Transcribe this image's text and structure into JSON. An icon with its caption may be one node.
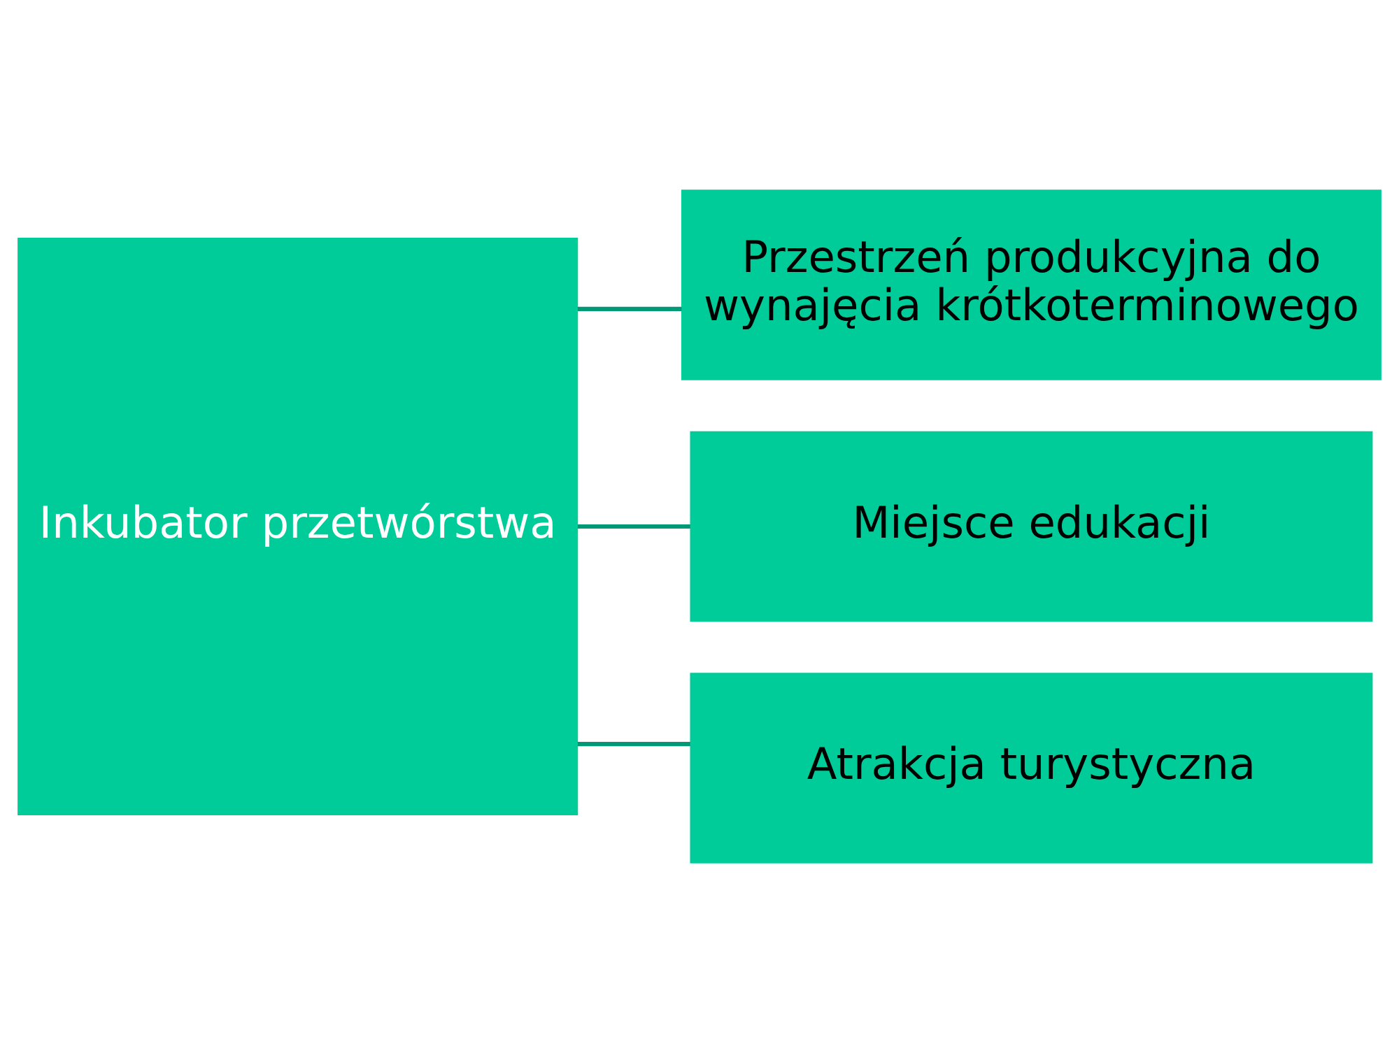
{
  "diagram": {
    "nodes": [
      {
        "text": [
          "Inkubator przetwórstwa"
        ]
      },
      {
        "text": [
          "Przestrzeń produkcyjna do wynajęcia krótkoterminowego"
        ]
      },
      {
        "text": [
          "Miejsce edukacji"
        ]
      },
      {
        "text": [
          "Atrakcja turystyczna"
        ]
      }
    ],
    "edges": [
      {
        "from": 0,
        "to": 1,
        "arrow": "none"
      },
      {
        "from": 0,
        "to": 2,
        "arrow": "none"
      },
      {
        "from": 0,
        "to": 3,
        "arrow": "none"
      }
    ]
  }
}
